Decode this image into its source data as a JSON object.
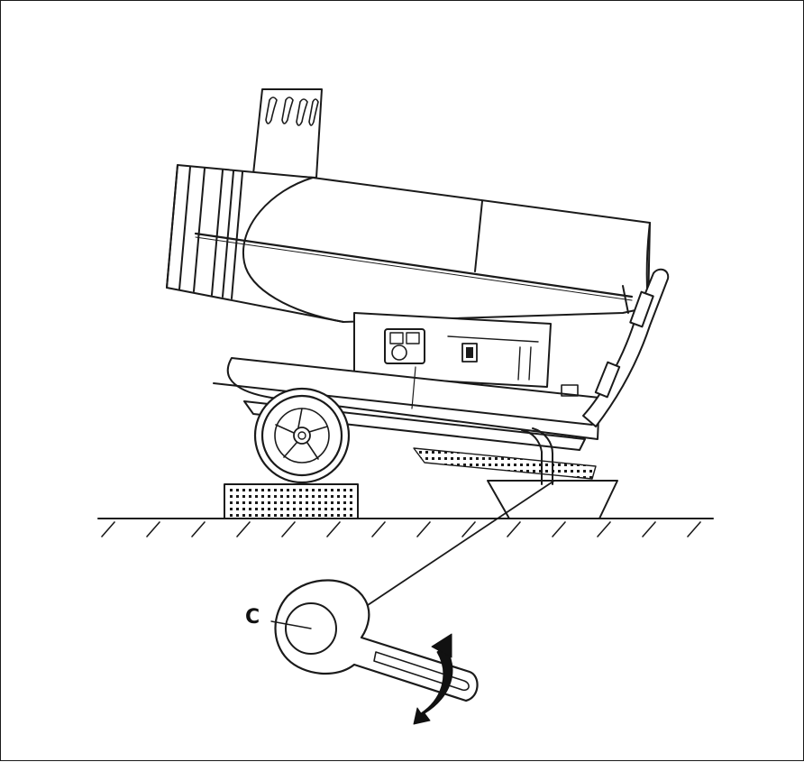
{
  "figure": {
    "callouts": [
      {
        "label": "C"
      }
    ],
    "palette": {
      "line": "#1a1a1a",
      "fill": "#ffffff",
      "arrow": "#111111"
    },
    "parts": [
      "heater-body",
      "exhaust-chimney",
      "control-panel",
      "handle",
      "wheel",
      "fuel-tank",
      "drain-plug",
      "support-block",
      "drain-tray",
      "ground-line",
      "wrench",
      "rotation-arrow"
    ]
  }
}
